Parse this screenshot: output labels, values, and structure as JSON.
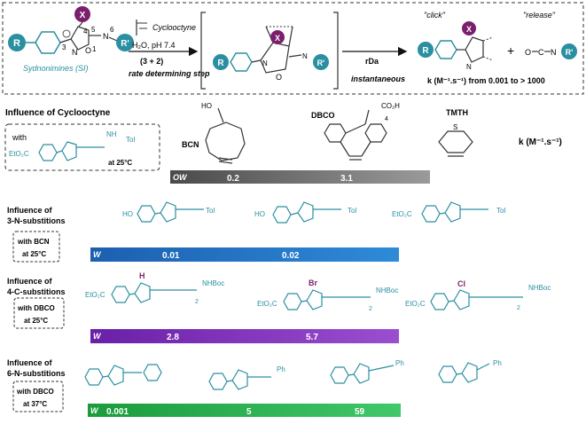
{
  "top": {
    "labels": {
      "R": "R",
      "Rp": "R'",
      "X": "X",
      "N": "N",
      "O": "O",
      "pos3": "3",
      "pos4": "4",
      "pos5": "5",
      "pos6": "6",
      "pos1": "1"
    },
    "sydnonimines": "Sydnonimines (SI)",
    "cyclooctyne": "Cyclooctyne",
    "conditions": "H₂O, pH 7.4",
    "cycloaddition": "(3 + 2)",
    "rate_step": "rate determining step",
    "rda": "rDa",
    "instantaneous": "instantaneous",
    "click": "\"click\"",
    "release": "\"release\"",
    "plus": "+",
    "isocyanate_O": "O",
    "isocyanate_C": "C",
    "isocyanate_N": "N",
    "k_range": "k (M⁻¹.s⁻¹) from 0.001 to > 1000"
  },
  "section1": {
    "title": "Influence of Cyclooctyne",
    "with": "with",
    "ester": "EtO₂C",
    "nhtol": "NH",
    "tol": "Tol",
    "temp": "at 25°C",
    "bcn": "BCN",
    "dbco": "DBCO",
    "tmth": "TMTH",
    "k_label": "k (M⁻¹.s⁻¹)",
    "ho": "HO",
    "co2h": "CO₂H",
    "n4": "4",
    "s": "S",
    "bar_tag": "OW",
    "values": [
      "0.2",
      "3.1"
    ]
  },
  "section2": {
    "title_line1": "Influence of",
    "title_line2": "3-N-substitions",
    "box_line1": "with BCN",
    "box_line2": "at 25°C",
    "ho": "HO",
    "ester": "EtO₂C",
    "tol": "Tol",
    "bar_tag": "W",
    "values": [
      "0.01",
      "0.02"
    ]
  },
  "section3": {
    "title_line1": "Influence of",
    "title_line2": "4-C-substitions",
    "box_line1": "with DBCO",
    "box_line2": "at 25°C",
    "ester": "EtO₂C",
    "subs": [
      "H",
      "Br",
      "Cl"
    ],
    "nhboc": "NHBoc",
    "n2": "2",
    "bar_tag": "W",
    "values": [
      "2.8",
      "5.7"
    ]
  },
  "section4": {
    "title_line1": "Influence of",
    "title_line2": "6-N-substitions",
    "box_line1": "with DBCO",
    "box_line2": "at 37°C",
    "ph": "Ph",
    "bar_tag": "W",
    "values": [
      "0.001",
      "5",
      "59"
    ]
  },
  "colors": {
    "teal": "#2a8fa0",
    "purple": "#7a1f6e",
    "grey_bar": "#6b6b6b",
    "blue_bar": "#1f6fc4",
    "purple_bar": "#7b2fb5",
    "green_bar": "#22b14c"
  }
}
